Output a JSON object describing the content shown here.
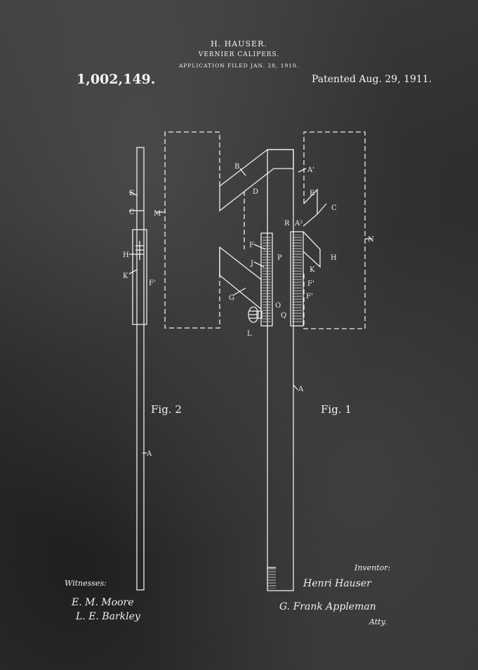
{
  "header": {
    "inventor": "H. HAUSER.",
    "subject": "VERNIER CALIPERS.",
    "filed": "APPLICATION FILED JAN. 28, 1910.",
    "patent_number": "1,002,149.",
    "patented": "Patented Aug. 29, 1911."
  },
  "figures": {
    "fig1": "Fig. 1",
    "fig2": "Fig. 2"
  },
  "labels": {
    "B": "B",
    "D": "D",
    "A_prime": "A'",
    "E": "E",
    "C": "C",
    "R": "R",
    "A2": "A²",
    "F": "F",
    "P": "P",
    "J": "J",
    "G": "G",
    "O": "O",
    "L": "L",
    "Q": "Q",
    "H": "H",
    "K": "K",
    "F_prime": "F'",
    "N": "N",
    "M": "M",
    "A": "A"
  },
  "signatures": {
    "witnesses_label": "Witnesses:",
    "witness1": "E. M. Moore",
    "witness2": "L. E. Barkley",
    "inventor_label": "Inventor:",
    "inventor_sig": "Henri Hauser",
    "attorney": "G. Frank Appleman",
    "attorney_title": "Atty."
  },
  "colors": {
    "ink": "#f0f0f0",
    "background": "#363636"
  }
}
